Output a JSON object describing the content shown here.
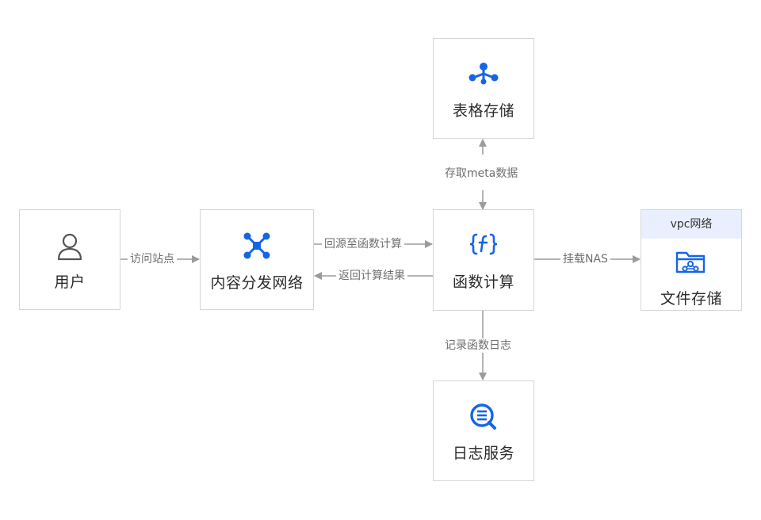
{
  "colors": {
    "accent": "#1665e4",
    "edge": "#9b9b9b",
    "node_border": "#d6d6d6",
    "vpc_header_bg": "#e9efff",
    "icon_dark": "#555555"
  },
  "nodes": {
    "user": {
      "label": "用户",
      "icon": "user-icon"
    },
    "cdn": {
      "label": "内容分发网络",
      "icon": "network-hub-icon"
    },
    "fc": {
      "label": "函数计算",
      "icon": "function-braces-icon"
    },
    "table_store": {
      "label": "表格存储",
      "icon": "tree-node-icon"
    },
    "log_service": {
      "label": "日志服务",
      "icon": "log-search-icon"
    },
    "nas": {
      "group_label": "vpc网络",
      "label": "文件存储",
      "icon": "folder-share-icon"
    }
  },
  "edges": {
    "visit_site": "访问站点",
    "back_to_origin": "回源至函数计算",
    "return_result": "返回计算结果",
    "read_meta": "存取meta数据",
    "write_log": "记录函数日志",
    "mount_nas": "挂载NAS"
  }
}
